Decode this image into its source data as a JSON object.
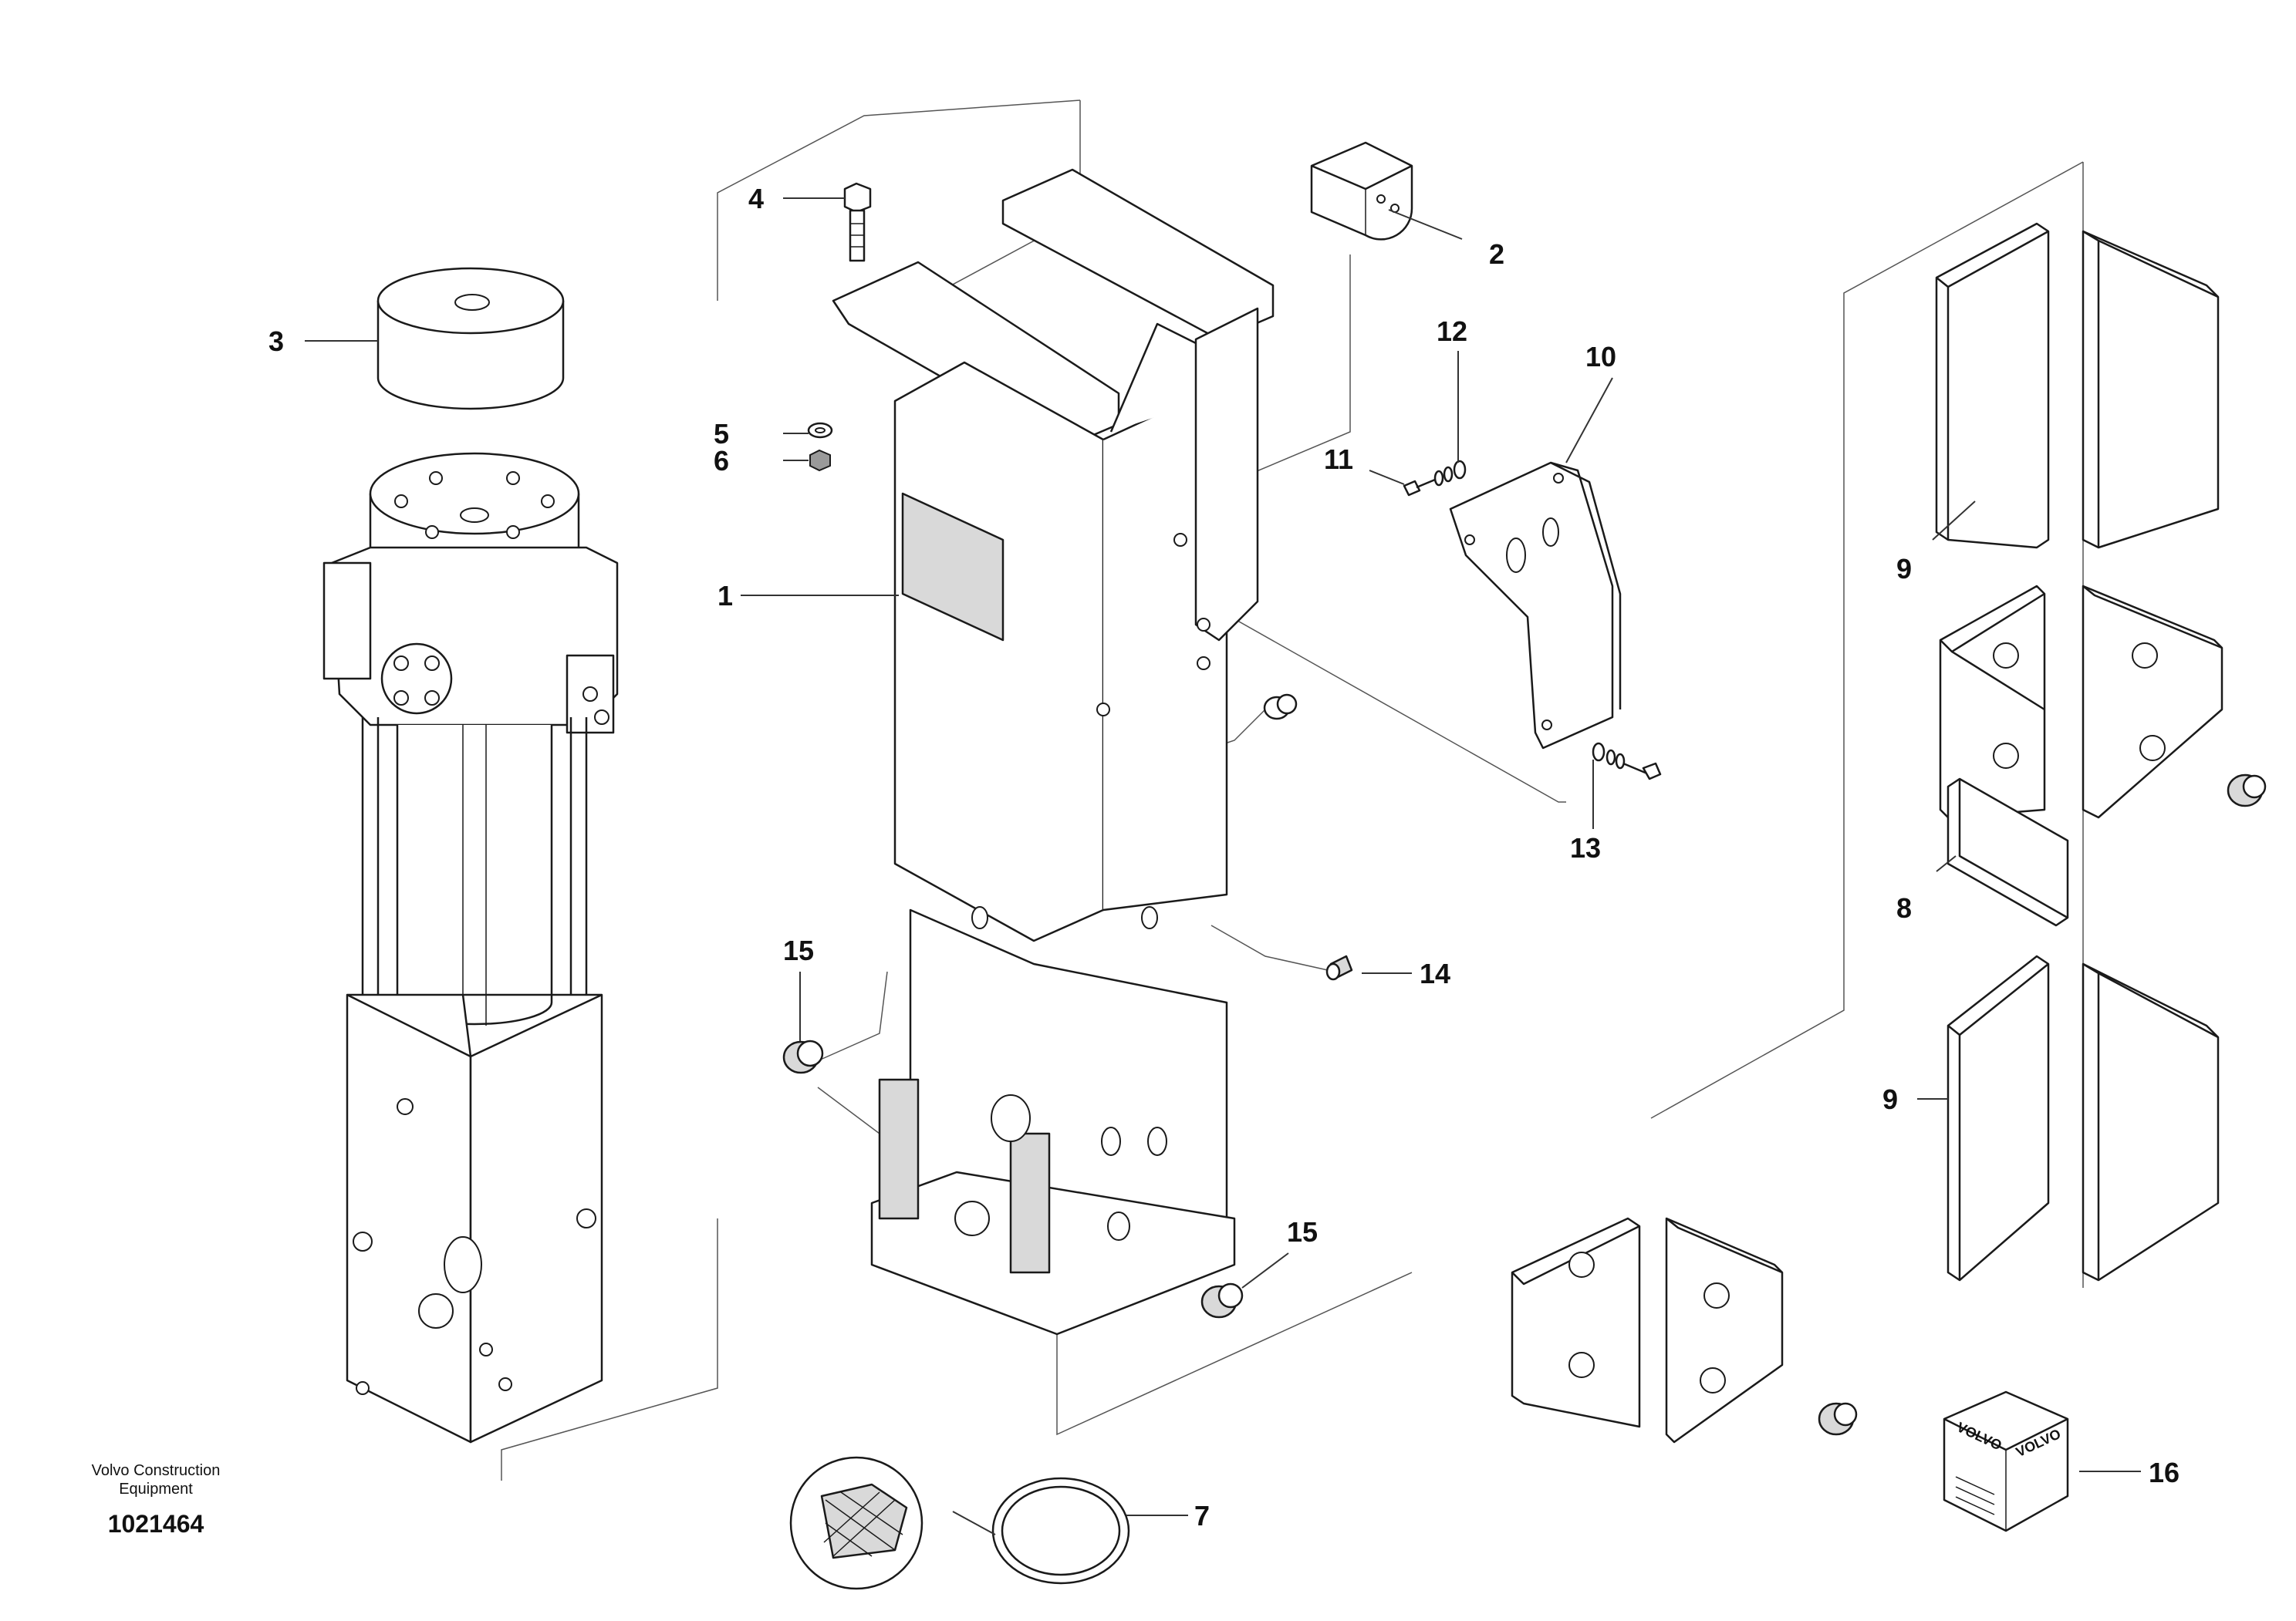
{
  "footer": {
    "brand_line1": "Volvo Construction",
    "brand_line2": "Equipment",
    "illustration_id": "1021464"
  },
  "box_logo": {
    "text_left": "VOLVO",
    "text_right": "VOLVO"
  },
  "callouts": {
    "c1": "1",
    "c2": "2",
    "c3": "3",
    "c4": "4",
    "c5": "5",
    "c6": "6",
    "c7": "7",
    "c8": "8",
    "c9a": "9",
    "c9b": "9",
    "c10": "10",
    "c11": "11",
    "c12": "12",
    "c13": "13",
    "c14": "14",
    "c15a": "15",
    "c15b": "15",
    "c16": "16"
  }
}
